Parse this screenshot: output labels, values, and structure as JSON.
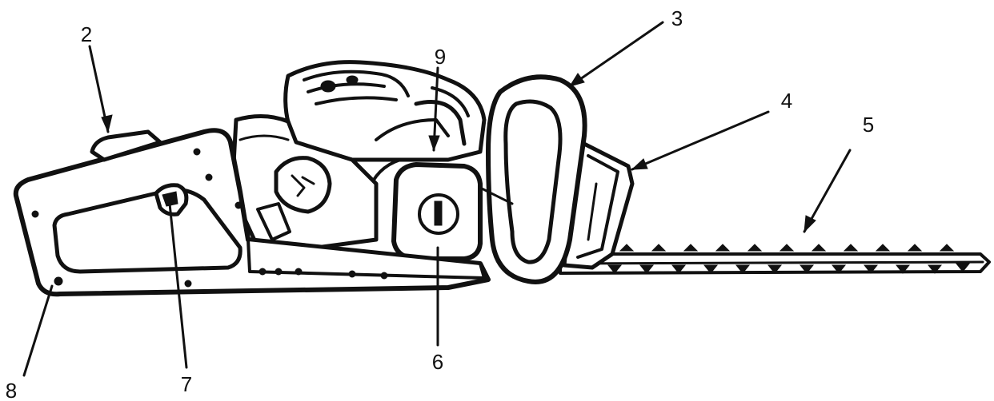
{
  "diagram": {
    "subject": "hedge-trimmer",
    "callouts": [
      {
        "id": "rear-handle",
        "number": "2"
      },
      {
        "id": "front-handle",
        "number": "3"
      },
      {
        "id": "hand-guard",
        "number": "4"
      },
      {
        "id": "blade",
        "number": "5"
      },
      {
        "id": "air-filter-cover",
        "number": "6"
      },
      {
        "id": "throttle-trigger",
        "number": "7"
      },
      {
        "id": "throttle-lockout",
        "number": "8"
      },
      {
        "id": "fuel-cap",
        "number": "9"
      }
    ]
  }
}
